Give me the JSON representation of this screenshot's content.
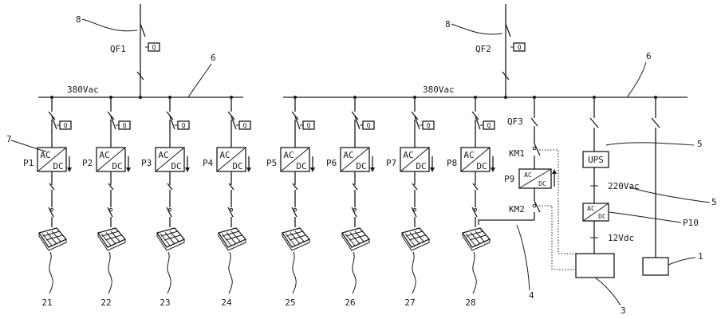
{
  "feeders": [
    {
      "label": "QF1",
      "callout": "8",
      "busbar": "380Vac",
      "busbar_callout": "6"
    },
    {
      "label": "QF2",
      "callout": "8",
      "busbar": "380Vac",
      "busbar_callout": "6"
    }
  ],
  "converter_text": {
    "ac": "AC",
    "dc": "DC"
  },
  "breaker_symbol": "Q",
  "chargers": [
    "P1",
    "P2",
    "P3",
    "P4",
    "P5",
    "P6",
    "P7",
    "P8"
  ],
  "pile_numbers": [
    "21",
    "22",
    "23",
    "24",
    "25",
    "26",
    "27",
    "28"
  ],
  "left_callout": "7",
  "qf3": "QF3",
  "km1": "KM1",
  "km2": "KM2",
  "p9": "P9",
  "ups": "UPS",
  "v220": "220Vac",
  "p10": "P10",
  "v12": "12Vdc",
  "callouts": {
    "c4": "4",
    "c3": "3",
    "c5a": "5",
    "c5b": "5",
    "c1": "1"
  }
}
